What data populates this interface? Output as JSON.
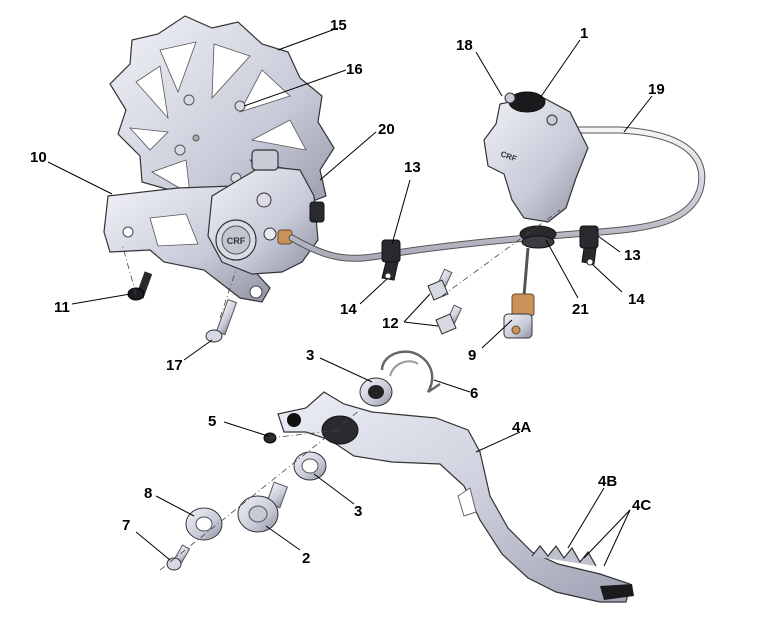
{
  "callouts": {
    "c1": "1",
    "c2": "2",
    "c3a": "3",
    "c3b": "3",
    "c4a": "4A",
    "c4b": "4B",
    "c4c": "4C",
    "c5": "5",
    "c6": "6",
    "c7": "7",
    "c8": "8",
    "c9": "9",
    "c10": "10",
    "c11": "11",
    "c12": "12",
    "c13a": "13",
    "c13b": "13",
    "c14a": "14",
    "c14b": "14",
    "c15": "15",
    "c16": "16",
    "c17": "17",
    "c18": "18",
    "c19": "19",
    "c20": "20",
    "c21": "21"
  },
  "caliper": {
    "brand_mark": "CRF"
  },
  "master_cylinder": {
    "brand_mark": "CRF"
  },
  "colors": {
    "metal_light": "#e6e7ee",
    "metal_mid": "#b9bccb",
    "metal_dark": "#6d7080",
    "rubber": "#2a2a2e",
    "copper": "#c9925a",
    "line": "#333333"
  }
}
